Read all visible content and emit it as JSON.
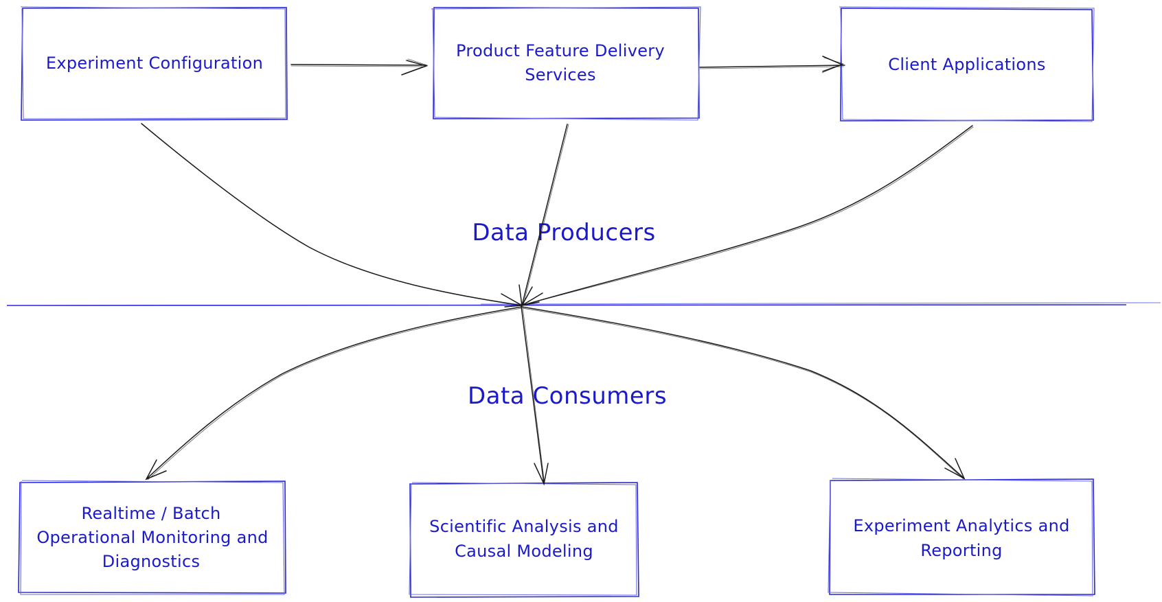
{
  "diagram": {
    "sections": {
      "producers_label": "Data Producers",
      "consumers_label": "Data Consumers"
    },
    "producers": [
      {
        "id": "experiment-configuration",
        "lines": [
          "Experiment Configuration"
        ]
      },
      {
        "id": "product-feature-delivery-services",
        "lines": [
          "Product Feature Delivery",
          "Services"
        ]
      },
      {
        "id": "client-applications",
        "lines": [
          "Client Applications"
        ]
      }
    ],
    "consumers": [
      {
        "id": "realtime-batch-monitoring",
        "lines": [
          "Realtime / Batch",
          "Operational Monitoring and",
          "Diagnostics"
        ]
      },
      {
        "id": "scientific-analysis",
        "lines": [
          "Scientific Analysis and",
          "Causal Modeling"
        ]
      },
      {
        "id": "experiment-analytics",
        "lines": [
          "Experiment Analytics and",
          "Reporting"
        ]
      }
    ],
    "edges": [
      {
        "from": "experiment-configuration",
        "to": "product-feature-delivery-services"
      },
      {
        "from": "product-feature-delivery-services",
        "to": "client-applications"
      },
      {
        "from": "experiment-configuration",
        "to": "data-hub"
      },
      {
        "from": "product-feature-delivery-services",
        "to": "data-hub"
      },
      {
        "from": "client-applications",
        "to": "data-hub"
      },
      {
        "from": "data-hub",
        "to": "realtime-batch-monitoring"
      },
      {
        "from": "data-hub",
        "to": "scientific-analysis"
      },
      {
        "from": "data-hub",
        "to": "experiment-analytics"
      }
    ],
    "colors": {
      "text": "#1a1acc",
      "box_border": "#2626d6",
      "connector": "#1a1a1a",
      "divider": "#2a2ad8"
    }
  }
}
